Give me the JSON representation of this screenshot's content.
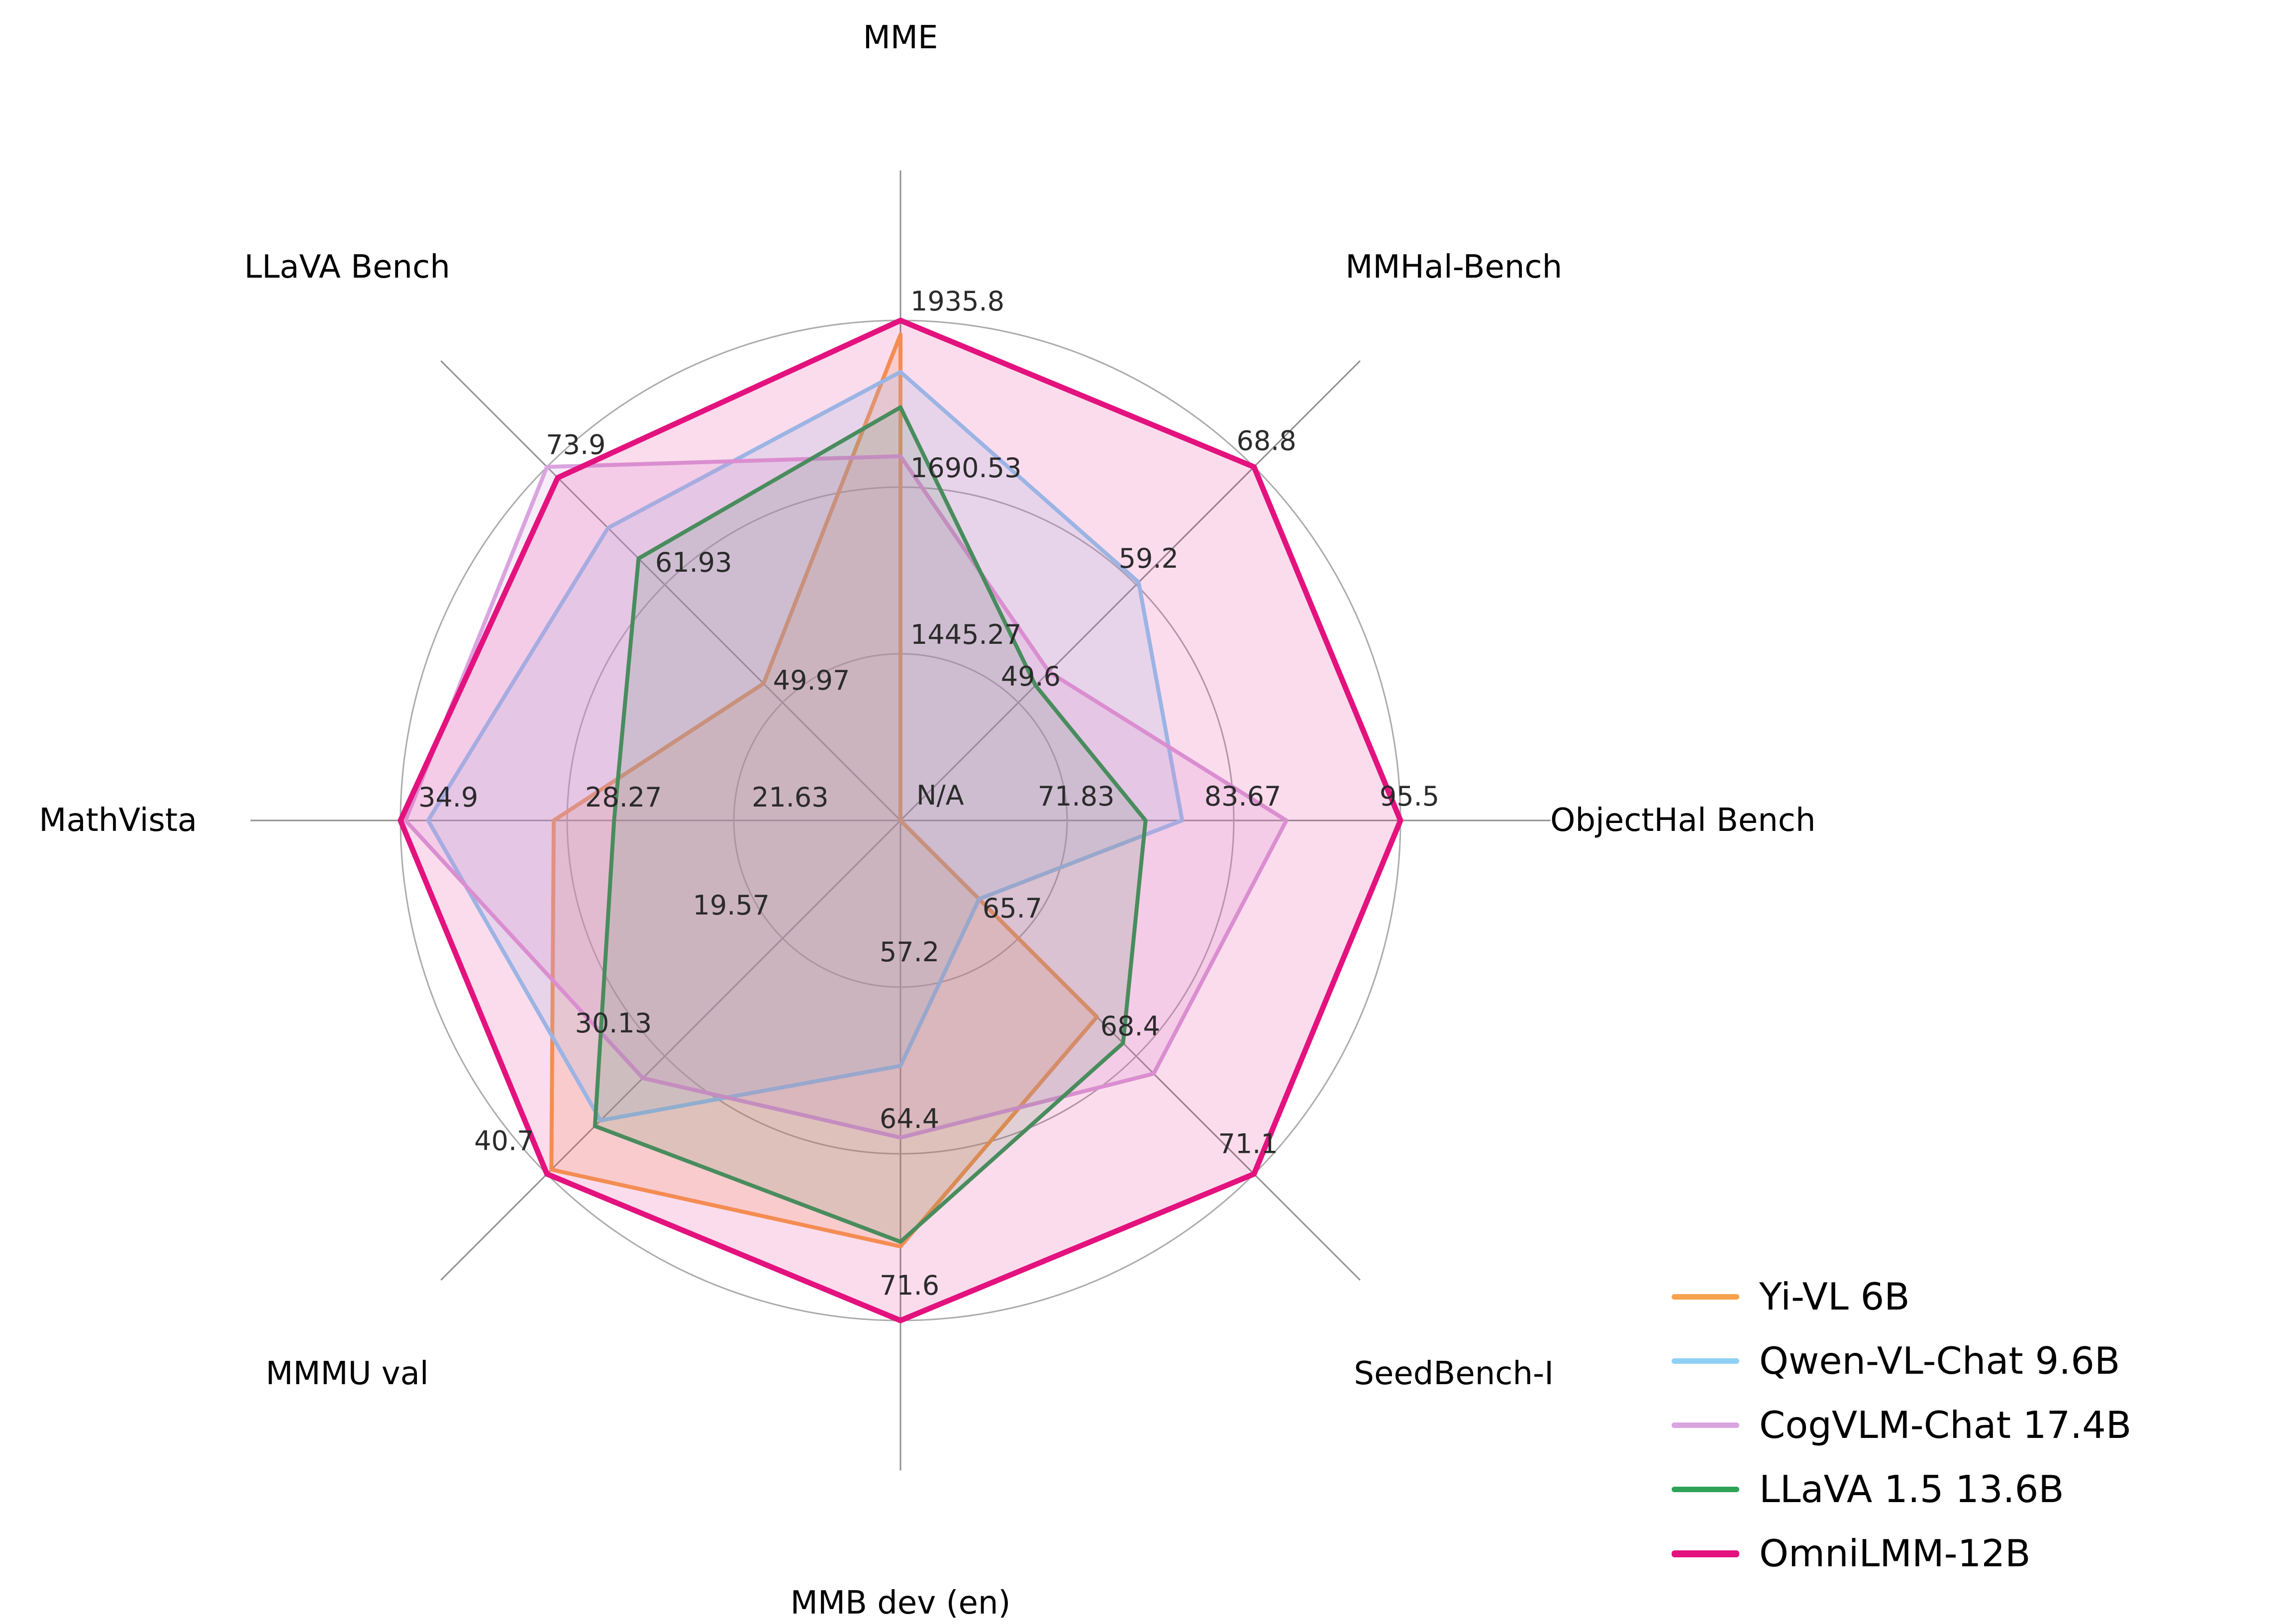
{
  "figure": {
    "background_color": "#ffffff",
    "center_label": "N/A"
  },
  "chart_data": {
    "type": "radar",
    "categories": [
      "MME",
      "MMHal-Bench",
      "ObjectHal Bench",
      "SeedBench-I",
      "MMB dev (en)",
      "MMMU val",
      "MathVista",
      "LLaVA Bench"
    ],
    "center_label": "N/A",
    "rings": 3,
    "grid": true,
    "legend_position": "lower right",
    "axes": [
      {
        "label": "MME",
        "min": 1200.0,
        "max": 1935.8,
        "tick_labels": [
          "1445.27",
          "1690.53",
          "1935.8"
        ]
      },
      {
        "label": "MMHal-Bench",
        "min": 40.0,
        "max": 68.8,
        "tick_labels": [
          "49.6",
          "59.2",
          "68.8"
        ]
      },
      {
        "label": "ObjectHal Bench",
        "min": 60.0,
        "max": 95.5,
        "tick_labels": [
          "71.83",
          "83.67",
          "95.5"
        ]
      },
      {
        "label": "SeedBench-I",
        "min": 63.0,
        "max": 71.1,
        "tick_labels": [
          "65.7",
          "68.4",
          "71.1"
        ]
      },
      {
        "label": "MMB dev (en)",
        "min": 50.0,
        "max": 71.6,
        "tick_labels": [
          "57.2",
          "64.4",
          "71.6"
        ]
      },
      {
        "label": "MMMU val",
        "min": 9.0,
        "max": 40.7,
        "tick_labels": [
          "19.57",
          "30.13",
          "40.7"
        ]
      },
      {
        "label": "MathVista",
        "min": 15.0,
        "max": 34.9,
        "tick_labels": [
          "21.63",
          "28.27",
          "34.9"
        ]
      },
      {
        "label": "LLaVA Bench",
        "min": 38.0,
        "max": 73.9,
        "tick_labels": [
          "49.97",
          "61.93",
          "73.9"
        ]
      }
    ],
    "series": [
      {
        "name": "Yi-VL 6B",
        "color": "#F7A24C",
        "fill_opacity": 0.2,
        "line_width": 8,
        "values": [
          1915.1,
          null,
          null,
          67.5,
          68.4,
          40.3,
          28.8,
          51.9
        ]
      },
      {
        "name": "Qwen-VL-Chat 9.6B",
        "color": "#8FD0F6",
        "fill_opacity": 0.2,
        "line_width": 8,
        "values": [
          1860.0,
          59.4,
          80.0,
          64.8,
          60.6,
          35.9,
          33.8,
          67.7
        ]
      },
      {
        "name": "CogVLM-Chat 17.4B",
        "color": "#D9A4DF",
        "fill_opacity": 0.2,
        "line_width": 8,
        "values": [
          1736.0,
          52.1,
          87.4,
          68.8,
          63.7,
          32.1,
          34.7,
          73.9
        ]
      },
      {
        "name": "LLaVA 1.5 13.6B",
        "color": "#2EA157",
        "fill_opacity": 0.15,
        "line_width": 8,
        "values": [
          1808.0,
          51.0,
          77.4,
          68.1,
          68.2,
          36.4,
          26.4,
          64.6
        ]
      },
      {
        "name": "OmniLMM-12B",
        "color": "#E3127E",
        "fill_opacity": 0.15,
        "line_width": 11,
        "values": [
          1935.8,
          68.8,
          95.5,
          71.1,
          71.6,
          40.7,
          34.9,
          72.8
        ]
      }
    ],
    "style": {
      "ring_color": "#ababab",
      "spoke_color": "#8f8f8f",
      "tick_color": "#2b2b2b",
      "title_color": "#000000"
    }
  }
}
